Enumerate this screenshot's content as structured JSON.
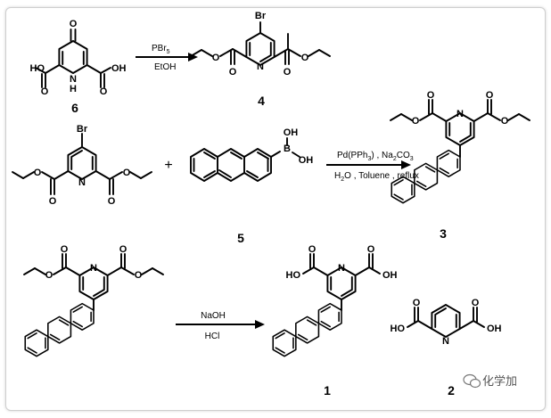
{
  "atoms": {
    "o": "O",
    "br": "Br",
    "h": "H",
    "b": "B",
    "n": "N",
    "nh": "N",
    "hn": "H",
    "hooc": "HO",
    "cooh": "OH",
    "oh": "OH",
    "ho": "HO"
  },
  "reagents": {
    "r1_top": "PBr",
    "r1_top_sub": "5",
    "r1_bottom": "EtOH",
    "r2_top_a": "Pd(PPh",
    "r2_top_sub1": "3",
    "r2_top_b": ") , Na",
    "r2_top_sub2": "2",
    "r2_top_c": "CO",
    "r2_top_sub3": "3",
    "r2_bottom_a": "H",
    "r2_bottom_sub": "2",
    "r2_bottom_b": "O , Toluene , reflux",
    "r3_top": "NaOH",
    "r3_bottom": "HCl"
  },
  "plus": "+",
  "compounds": {
    "c6": "6",
    "c4": "4",
    "c5": "5",
    "c3": "3",
    "c1": "1",
    "c2": "2"
  },
  "watermark": {
    "text": "化学加",
    "icon": "wechat-icon"
  }
}
